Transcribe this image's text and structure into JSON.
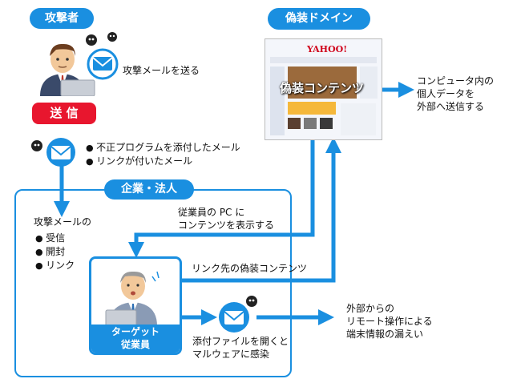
{
  "attacker": {
    "label": "攻撃者",
    "send_text": "攻撃メールを送る",
    "send_button": "送 信"
  },
  "attachments": {
    "items": [
      "不正プログラムを添付したメール",
      "リンクが付いたメール"
    ]
  },
  "fake_domain": {
    "label": "偽装ドメイン",
    "content_label": "偽装コンテンツ",
    "logo": "YAHOO!"
  },
  "exfiltration": {
    "text": [
      "コンピュータ内の",
      "個人データを",
      "外部へ送信する"
    ]
  },
  "company": {
    "label": "企業・法人"
  },
  "attack_mail": {
    "heading": "攻撃メールの",
    "items": [
      "受信",
      "開封",
      "リンク"
    ]
  },
  "display_content": {
    "text": [
      "従業員の PC に",
      "コンテンツを表示する"
    ]
  },
  "link_content": {
    "text": "リンク先の偽装コンテンツ"
  },
  "target": {
    "line1": "ターゲット",
    "line2": "従業員"
  },
  "malware": {
    "text": [
      "添付ファイルを開くと",
      "マルウェアに感染"
    ]
  },
  "remote": {
    "text": [
      "外部からの",
      "リモート操作による",
      "端末情報の漏えい"
    ]
  },
  "colors": {
    "accent": "#1a8fe0",
    "red": "#e8162e"
  }
}
